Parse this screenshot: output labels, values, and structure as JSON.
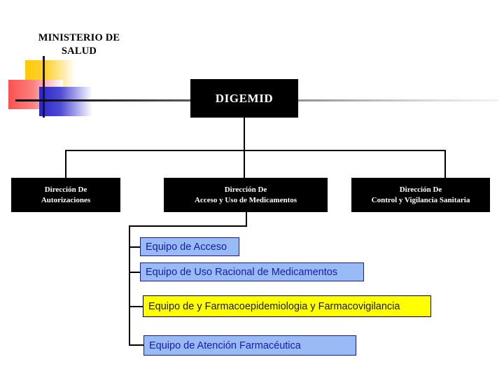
{
  "org_chart": {
    "title": {
      "line1": "MINISTERIO DE",
      "line2": "SALUD"
    },
    "root": {
      "label": "DIGEMID"
    },
    "directions": [
      {
        "name": "direccion-autorizaciones",
        "line1": "Dirección De",
        "line2": "Autorizaciones"
      },
      {
        "name": "direccion-acceso-uso-medicamentos",
        "line1": "Dirección De",
        "line2": "Acceso y Uso de Medicamentos"
      },
      {
        "name": "direccion-control-vigilancia-sanitaria",
        "line1": "Dirección De",
        "line2": "Control y Vigilancia Sanitaria"
      }
    ],
    "teams": [
      {
        "name": "equipo-de-acceso",
        "label": "Equipo de Acceso",
        "color": "#99BBF5"
      },
      {
        "name": "equipo-de-uso-racional-de-medicamentos",
        "label": "Equipo de Uso Racional de Medicamentos",
        "color": "#99BBF5"
      },
      {
        "name": "equipo-farmacoepidemiologia-farmacovigilancia",
        "label": "Equipo de y Farmacoepidemiologia y Farmacovigilancia",
        "color": "#FFFF00"
      },
      {
        "name": "equipo-de-atencion-farmaceutica",
        "label": "Equipo de Atención Farmacéutica",
        "color": "#99BBF5"
      }
    ],
    "colors": {
      "box_fill": "#000000",
      "box_text": "#FFFFFF",
      "team_blue": "#99BBF5",
      "team_yellow": "#FFFF00",
      "team_blue_text": "#1A1AA8",
      "logo_yellow": "#FFC907",
      "logo_red": "#F9514F",
      "logo_blue": "#2B26C8"
    }
  }
}
